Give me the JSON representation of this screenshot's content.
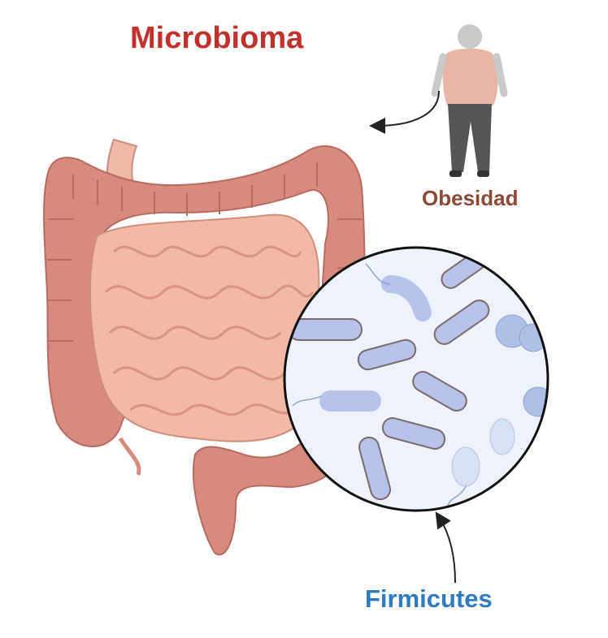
{
  "title": "Microbioma",
  "person_label": "Obesidad",
  "bacteria_label": "Firmicutes",
  "colors": {
    "title": "#c1302b",
    "person_label": "#8b4a36",
    "bacteria_label": "#2e7bc3",
    "colon": "#d98a7f",
    "small_intestine": "#f2b9a6",
    "magnifier_bg": "#eef3fb",
    "bacteria": "#b7c3ea"
  }
}
